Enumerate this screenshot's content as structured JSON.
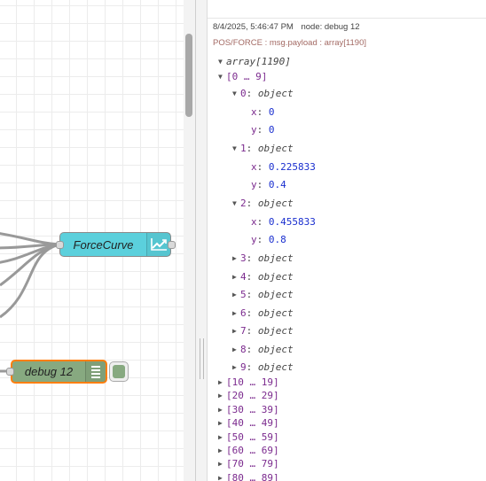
{
  "workspace": {
    "chart_node": {
      "label": "ForceCurve",
      "icon": "chart-line-icon"
    },
    "debug_node": {
      "label": "debug 12",
      "icon": "debug-list-icon"
    }
  },
  "debug_message": {
    "timestamp": "8/4/2025, 5:46:47 PM",
    "node": "node: debug 12",
    "topic": "POS/FORCE : msg.payload : array[1190]",
    "root": "array[1190]",
    "first_group": "[0 … 9]",
    "expanded_items": [
      {
        "index": "0",
        "type": "object",
        "x": "0",
        "y": "0"
      },
      {
        "index": "1",
        "type": "object",
        "x": "0.225833",
        "y": "0.4"
      },
      {
        "index": "2",
        "type": "object",
        "x": "0.455833",
        "y": "0.8"
      }
    ],
    "collapsed_items": [
      {
        "index": "3",
        "type": "object"
      },
      {
        "index": "4",
        "type": "object"
      },
      {
        "index": "5",
        "type": "object"
      },
      {
        "index": "6",
        "type": "object"
      },
      {
        "index": "7",
        "type": "object"
      },
      {
        "index": "8",
        "type": "object"
      },
      {
        "index": "9",
        "type": "object"
      }
    ],
    "groups": [
      "[10 … 19]",
      "[20 … 29]",
      "[30 … 39]",
      "[40 … 49]",
      "[50 … 59]",
      "[60 … 69]",
      "[70 … 79]",
      "[80 … 89]"
    ]
  },
  "labels": {
    "x_key": "x",
    "y_key": "y"
  }
}
